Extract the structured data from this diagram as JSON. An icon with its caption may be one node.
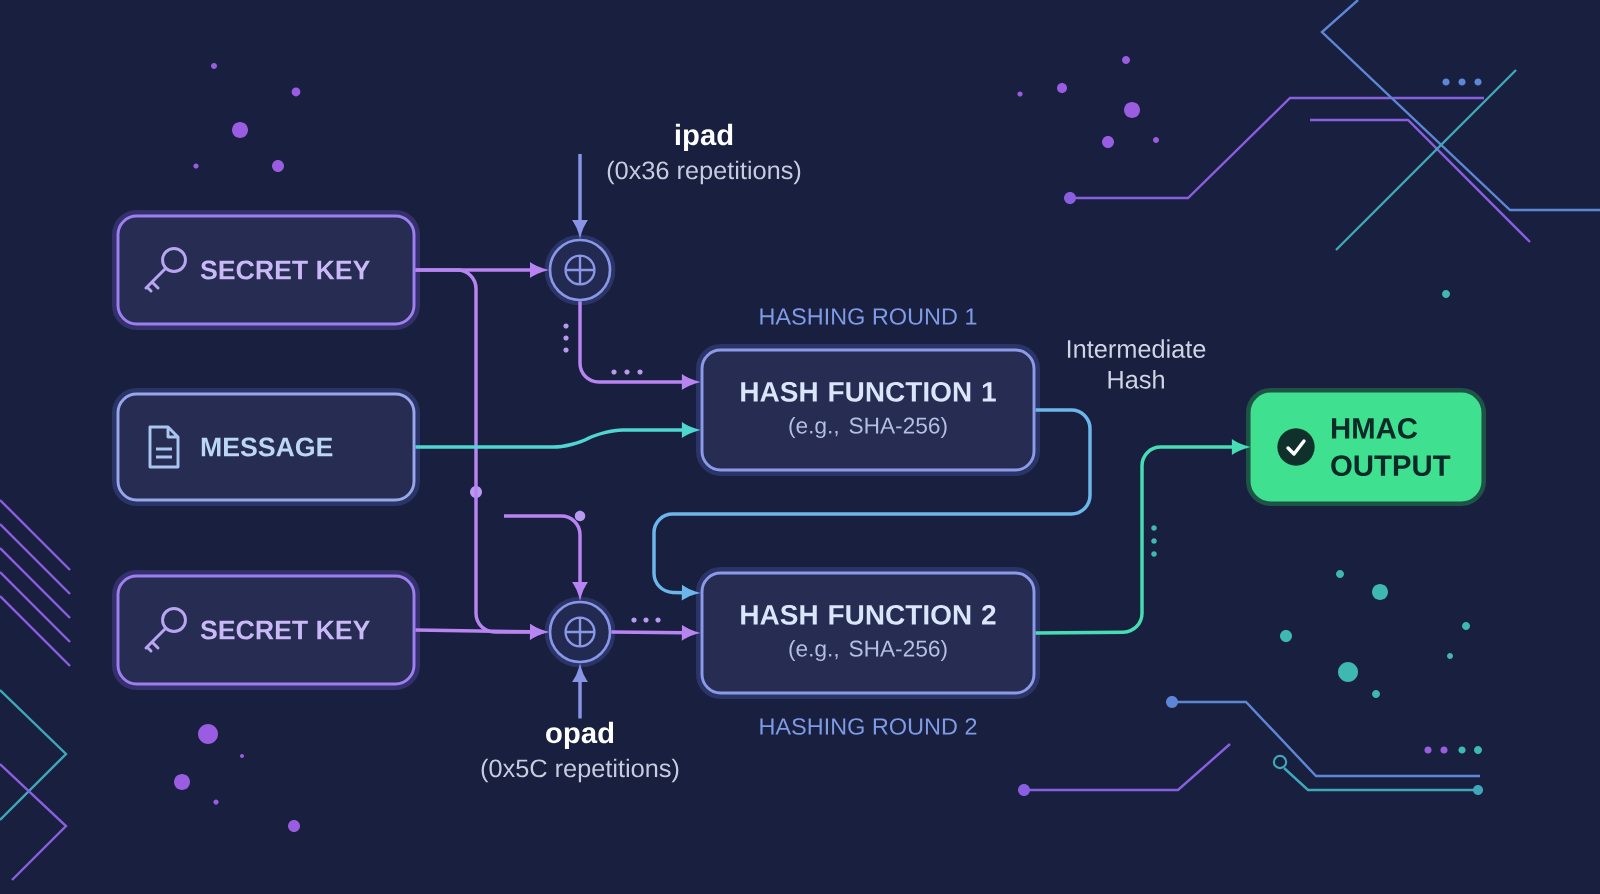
{
  "diagram": {
    "nodes": [
      {
        "text": [
          "SECRET KEY"
        ]
      },
      {
        "text": [
          "MESSAGE"
        ]
      },
      {
        "text": [
          "SECRET KEY"
        ]
      },
      {
        "text": [
          "ipad",
          "(0x36 repetitions)"
        ]
      },
      {
        "text": [],
        "shape": "circle"
      },
      {
        "text": [],
        "shape": "circle"
      },
      {
        "text": [
          "opad",
          "(0x5C repetitions)"
        ]
      },
      {
        "text": [
          "HASH FUNCTION 1",
          "(e.g., SHA-256)"
        ],
        "beside": [
          "HASHING ROUND 1"
        ]
      },
      {
        "text": [
          "HASH FUNCTION 2",
          "(e.g., SHA-256)"
        ],
        "beside": [
          "HASHING ROUND 2"
        ]
      },
      {
        "text": [
          "HMAC OUTPUT"
        ]
      }
    ],
    "edges": [
      {
        "from": 0,
        "to": 4,
        "arrow": "to"
      },
      {
        "from": 0,
        "to": 5,
        "arrow": "to"
      },
      {
        "from": 3,
        "to": 4,
        "arrow": "to",
        "color": "#8a94e6"
      },
      {
        "from": 1,
        "to": 7,
        "arrow": "to",
        "color": "#4fd6d0"
      },
      {
        "from": 4,
        "to": 7,
        "arrow": "to"
      },
      {
        "from": null,
        "to": 5,
        "arrow": "to"
      },
      {
        "from": 2,
        "to": 5,
        "arrow": "to"
      },
      {
        "from": 6,
        "to": 5,
        "arrow": "to",
        "color": "#8a94e6"
      },
      {
        "from": 5,
        "to": 8,
        "arrow": "to"
      },
      {
        "from": 7,
        "to": 8,
        "arrow": "to",
        "label": "Intermediate Hash",
        "color": "#6cb6ec"
      },
      {
        "from": 8,
        "to": 9,
        "arrow": "to",
        "color": "#46dcb4"
      }
    ]
  }
}
